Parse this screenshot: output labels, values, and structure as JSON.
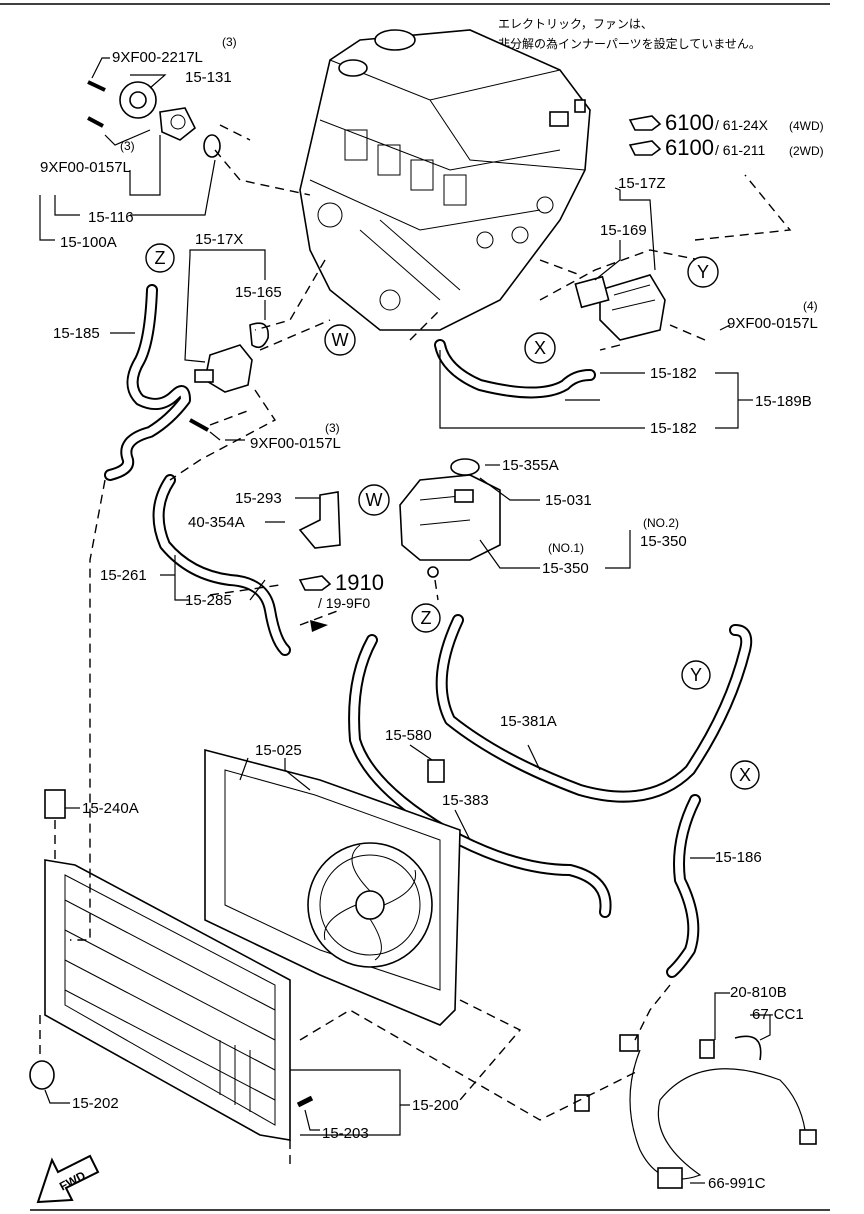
{
  "note": {
    "line1": "エレクトリック，ファンは、",
    "line2": "非分解の為インナーパーツを設定していません。"
  },
  "refs": [
    {
      "big": "6100",
      "small": "/ 61-24X",
      "tag": "(4WD)"
    },
    {
      "big": "6100",
      "small": "/ 61-211",
      "tag": "(2WD)"
    },
    {
      "big": "1910",
      "small": "/ 19-9F0",
      "tag": ""
    }
  ],
  "labels": {
    "l_9xf00_2217l": "9XF00-2217L",
    "l_qty3_a": "(3)",
    "l_15_131": "15-131",
    "l_qty3_b": "(3)",
    "l_9xf00_0157l_a": "9XF00-0157L",
    "l_15_116": "15-116",
    "l_15_100a": "15-100A",
    "l_15_17x": "15-17X",
    "l_15_165": "15-165",
    "l_15_185": "15-185",
    "l_qty3_c": "(3)",
    "l_9xf00_0157l_b": "9XF00-0157L",
    "l_15_17z": "15-17Z",
    "l_15_169": "15-169",
    "l_qty4": "(4)",
    "l_9xf00_0157l_c": "9XF00-0157L",
    "l_15_182_a": "15-182",
    "l_15_189b": "15-189B",
    "l_15_182_b": "15-182",
    "l_15_355a": "15-355A",
    "l_15_031": "15-031",
    "l_no2": "(NO.2)",
    "l_15_350_a": "15-350",
    "l_no1": "(NO.1)",
    "l_15_350_b": "15-350",
    "l_15_293": "15-293",
    "l_40_354a": "40-354A",
    "l_15_261": "15-261",
    "l_15_285": "15-285",
    "l_15_580": "15-580",
    "l_15_381a": "15-381A",
    "l_15_025": "15-025",
    "l_15_383": "15-383",
    "l_15_240a": "15-240A",
    "l_15_186": "15-186",
    "l_20_810b": "20-810B",
    "l_67_cc1": "67-CC1",
    "l_15_202": "15-202",
    "l_15_200": "15-200",
    "l_15_203": "15-203",
    "l_66_991c": "66-991C"
  },
  "connectors": {
    "z1": "Z",
    "z2": "Z",
    "w1": "W",
    "w2": "W",
    "x1": "X",
    "x2": "X",
    "y1": "Y",
    "y2": "Y"
  },
  "fwd": "FWD"
}
